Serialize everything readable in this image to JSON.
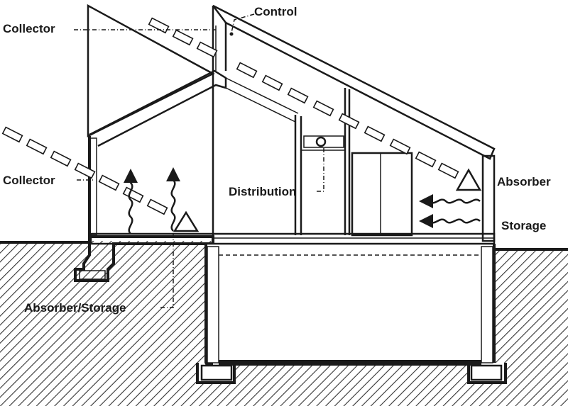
{
  "labels": {
    "control": "Control",
    "collector_top": "Collector",
    "collector_left": "Collector",
    "distribution": "Distribution",
    "absorber": "Absorber",
    "storage": "Storage",
    "absorber_storage": "Absorber/Storage"
  },
  "colors": {
    "ink": "#1a1a1a",
    "paper": "#ffffff",
    "ground": "#444444"
  },
  "icons": {
    "sun_rays": "dashed-ray",
    "heat_flow": "wavy-arrow",
    "absorber_marker": "triangle"
  }
}
